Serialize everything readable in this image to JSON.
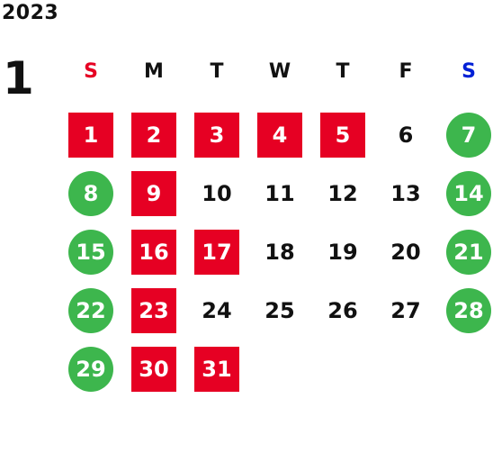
{
  "calendar": {
    "year": "2023",
    "month": "1",
    "weekdays": [
      {
        "label": "S",
        "color": "#e60023"
      },
      {
        "label": "M",
        "color": "#111111"
      },
      {
        "label": "T",
        "color": "#111111"
      },
      {
        "label": "W",
        "color": "#111111"
      },
      {
        "label": "T",
        "color": "#111111"
      },
      {
        "label": "F",
        "color": "#111111"
      },
      {
        "label": "S",
        "color": "#0020d6"
      }
    ],
    "days": [
      {
        "label": "1",
        "style": "red"
      },
      {
        "label": "2",
        "style": "red"
      },
      {
        "label": "3",
        "style": "red"
      },
      {
        "label": "4",
        "style": "red"
      },
      {
        "label": "5",
        "style": "red"
      },
      {
        "label": "6",
        "style": "plain"
      },
      {
        "label": "7",
        "style": "green"
      },
      {
        "label": "8",
        "style": "green"
      },
      {
        "label": "9",
        "style": "red"
      },
      {
        "label": "10",
        "style": "plain"
      },
      {
        "label": "11",
        "style": "plain"
      },
      {
        "label": "12",
        "style": "plain"
      },
      {
        "label": "13",
        "style": "plain"
      },
      {
        "label": "14",
        "style": "green"
      },
      {
        "label": "15",
        "style": "green"
      },
      {
        "label": "16",
        "style": "red"
      },
      {
        "label": "17",
        "style": "red"
      },
      {
        "label": "18",
        "style": "plain"
      },
      {
        "label": "19",
        "style": "plain"
      },
      {
        "label": "20",
        "style": "plain"
      },
      {
        "label": "21",
        "style": "green"
      },
      {
        "label": "22",
        "style": "green"
      },
      {
        "label": "23",
        "style": "red"
      },
      {
        "label": "24",
        "style": "plain"
      },
      {
        "label": "25",
        "style": "plain"
      },
      {
        "label": "26",
        "style": "plain"
      },
      {
        "label": "27",
        "style": "plain"
      },
      {
        "label": "28",
        "style": "green"
      },
      {
        "label": "29",
        "style": "green"
      },
      {
        "label": "30",
        "style": "red"
      },
      {
        "label": "31",
        "style": "red"
      }
    ],
    "colors": {
      "holiday_red": "#e60023",
      "weekend_green": "#3db64d",
      "sunday_label": "#e60023",
      "saturday_label": "#0020d6"
    }
  }
}
